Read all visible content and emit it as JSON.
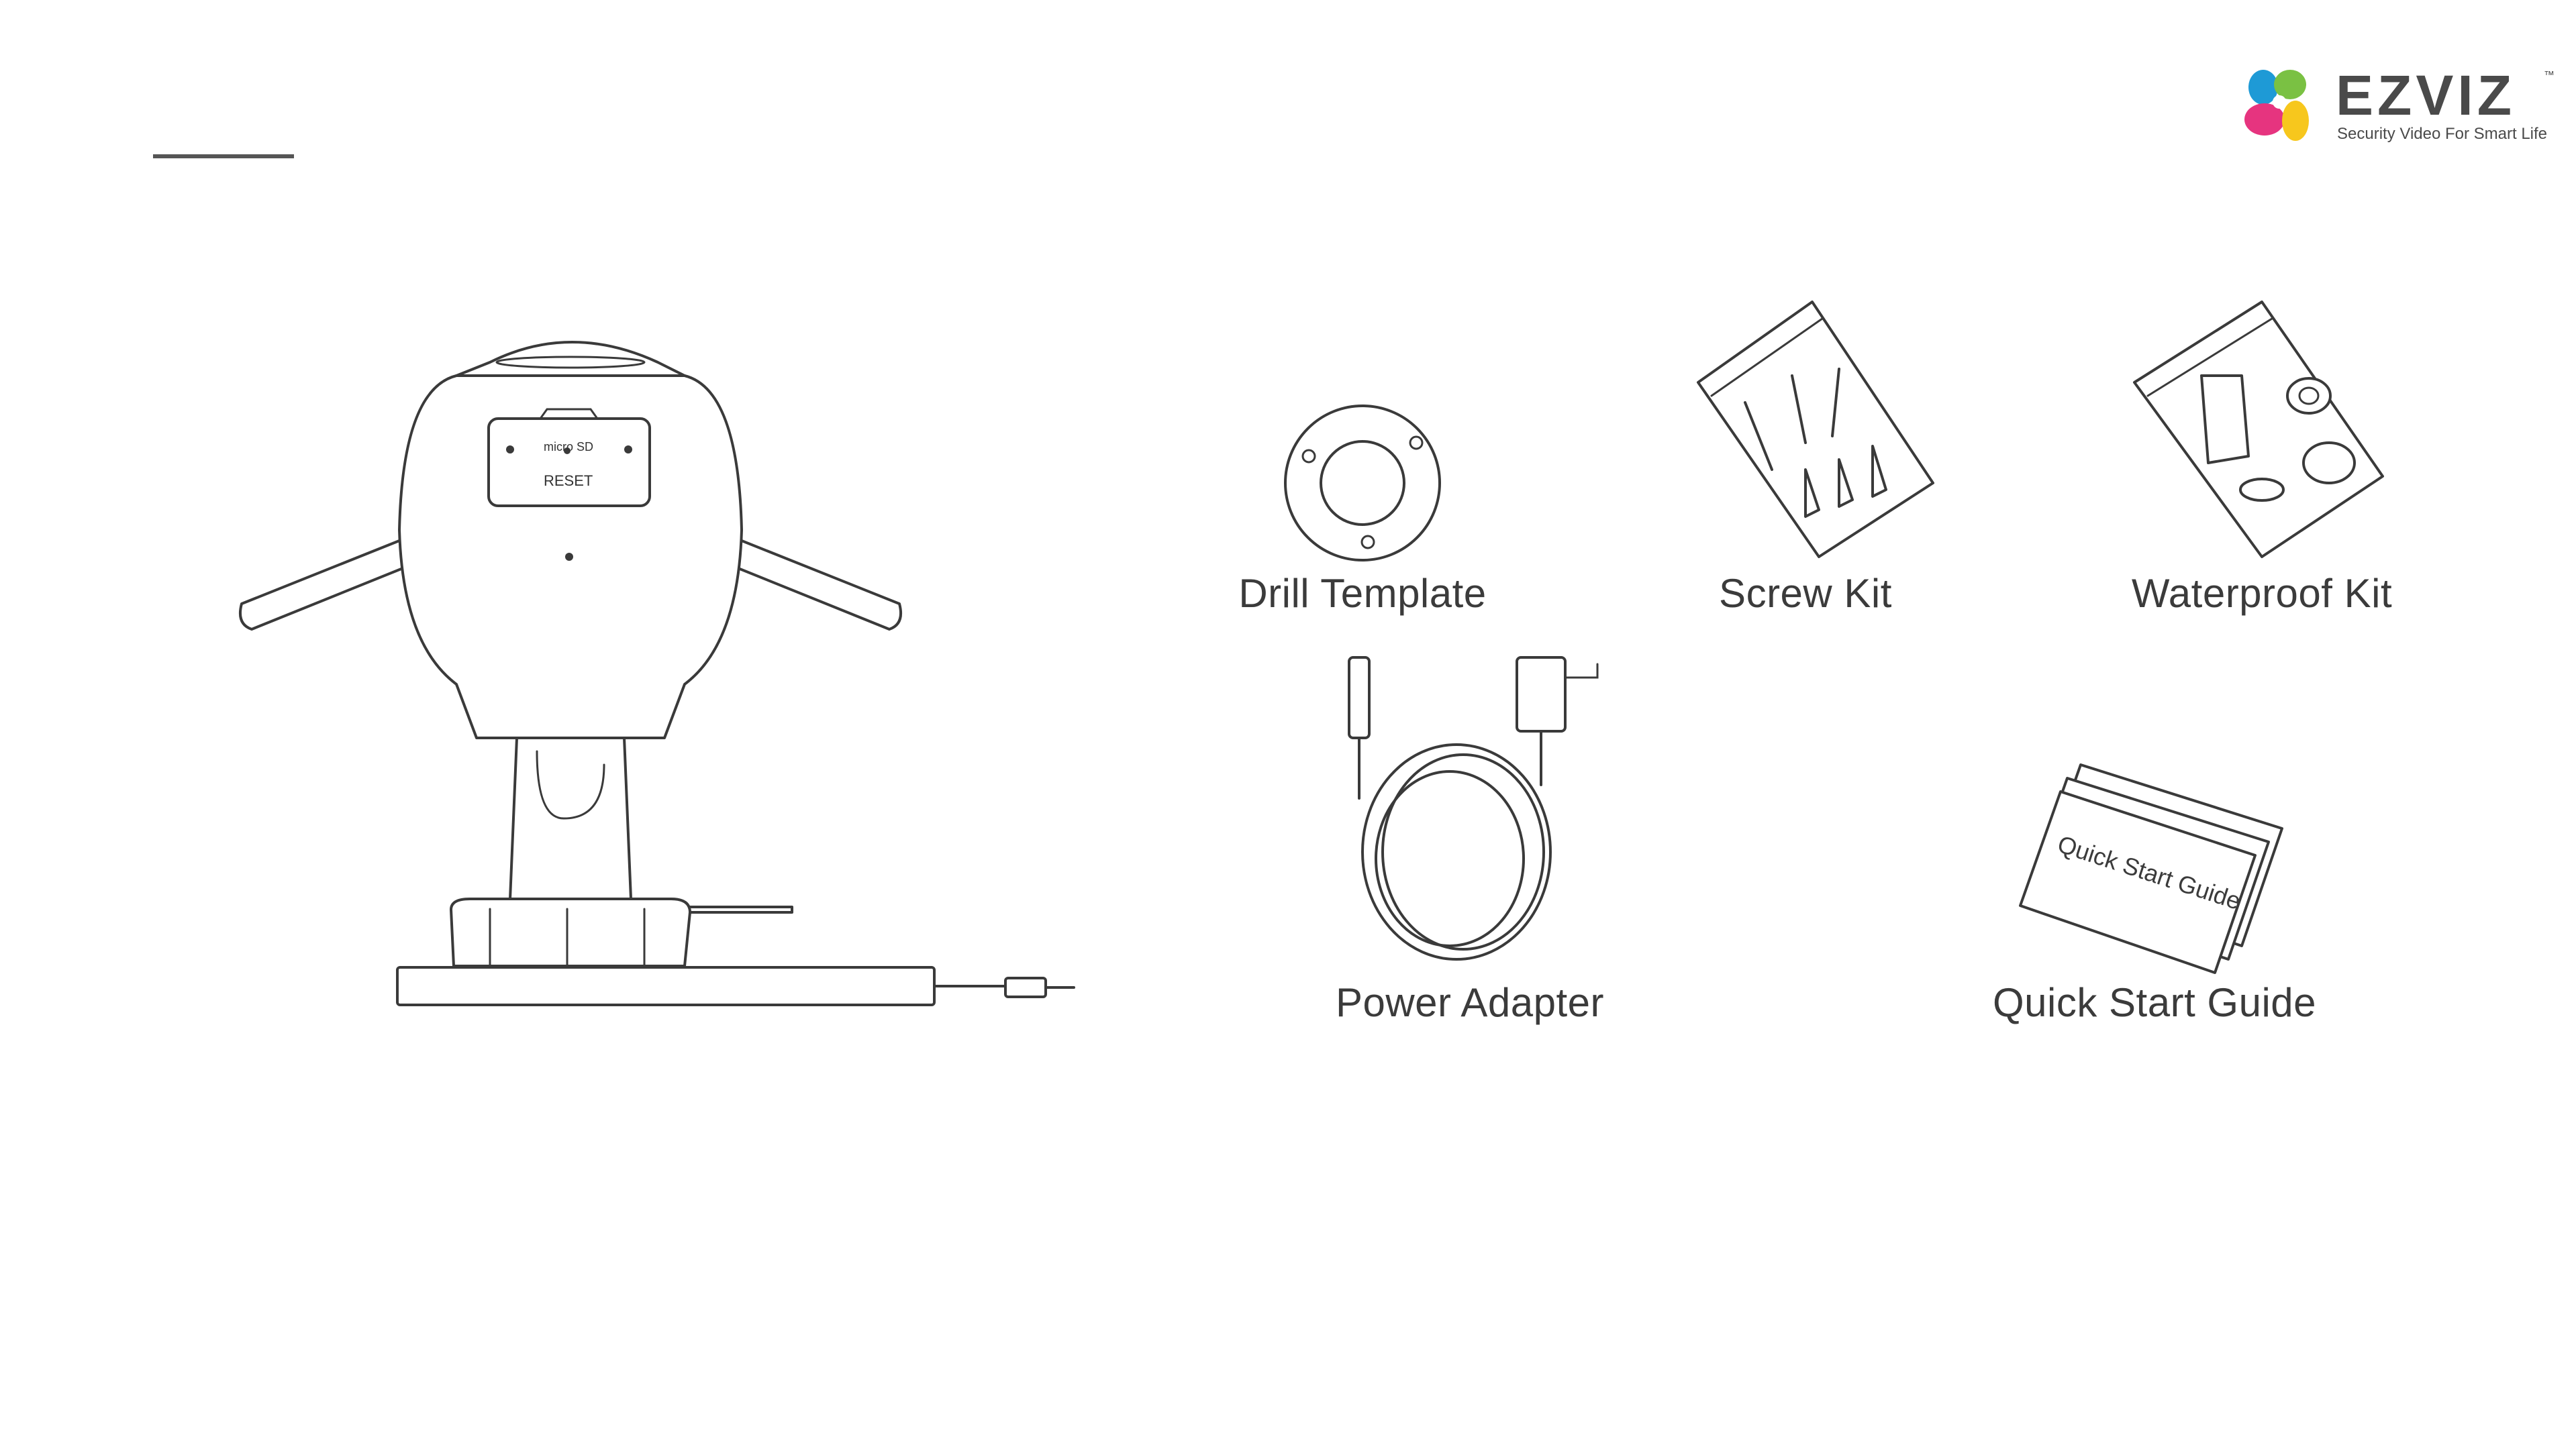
{
  "brand": {
    "name": "EZVIZ",
    "trademark": "™",
    "tagline": "Security Video For Smart Life",
    "colors": {
      "pink": "#e6347f",
      "blue": "#1e9ad6",
      "green": "#7ac143",
      "yellow": "#f7c71d",
      "text": "#4a4a4a"
    }
  },
  "decor": {
    "accent_line_color": "#555555"
  },
  "camera": {
    "panel_text_1": "micro SD",
    "panel_text_2": "RESET"
  },
  "items": {
    "drill_template": "Drill Template",
    "screw_kit": "Screw Kit",
    "waterproof_kit": "Waterproof Kit",
    "power_adapter": "Power Adapter",
    "quick_start_guide": "Quick Start Guide"
  },
  "guide_cover_text": "Quick Start Guide"
}
